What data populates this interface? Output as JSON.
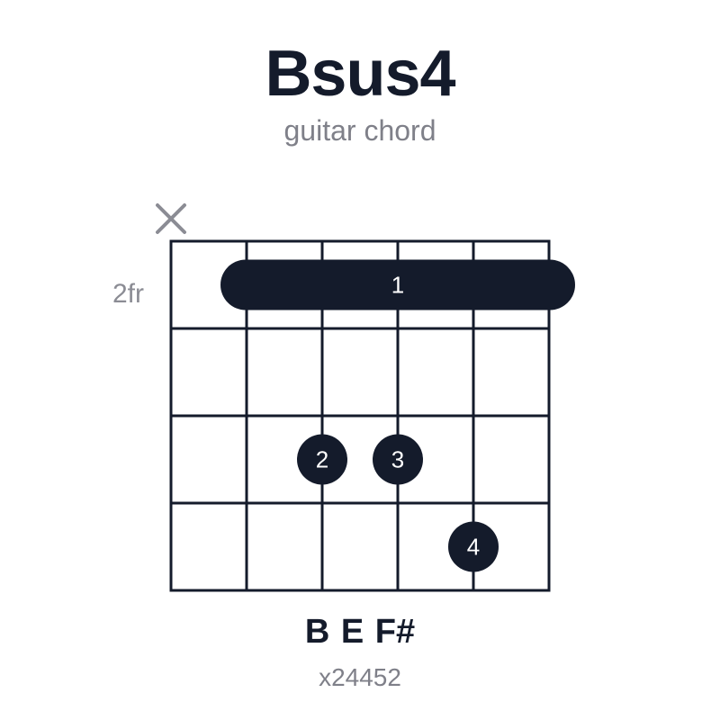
{
  "chord": {
    "name": "Bsus4",
    "subtitle": "guitar chord",
    "notes": "B E F#",
    "fingering": "x24452"
  },
  "diagram": {
    "strings": 6,
    "frets_shown": 4,
    "base_fret_label": "2fr",
    "muted_strings": [
      1
    ],
    "barre": {
      "fret": 1,
      "from_string": 2,
      "to_string": 6,
      "finger": "1"
    },
    "dots": [
      {
        "string": 3,
        "fret": 3,
        "finger": "2"
      },
      {
        "string": 4,
        "fret": 3,
        "finger": "3"
      },
      {
        "string": 5,
        "fret": 4,
        "finger": "4"
      }
    ],
    "colors": {
      "ink": "#141b2b",
      "muted": "#8b8c94",
      "finger_text": "#ffffff"
    }
  }
}
